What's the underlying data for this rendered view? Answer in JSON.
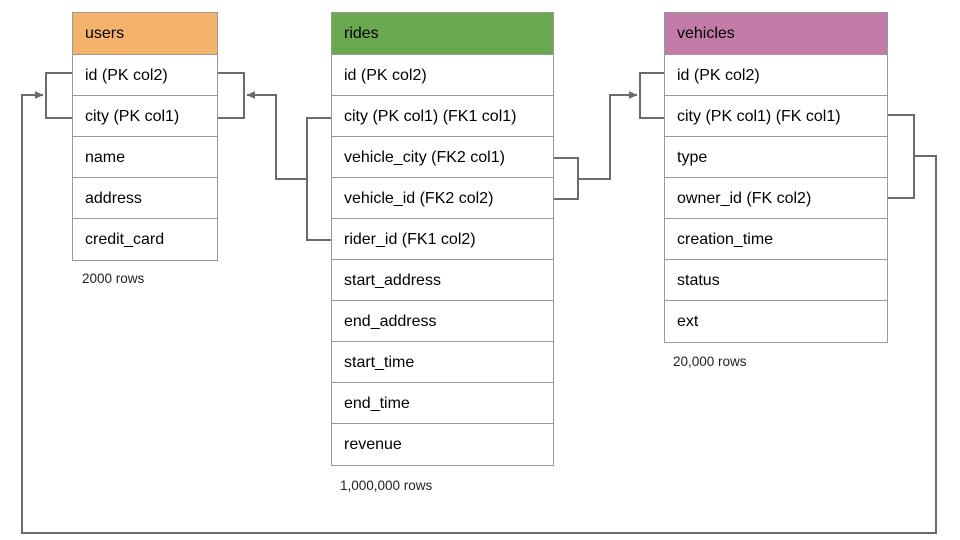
{
  "diagram": {
    "title": "Database schema relationship diagram",
    "background": "#ffffff",
    "line_color": "#6b6b6b",
    "border_color": "#999999"
  },
  "tables": [
    {
      "name": "users",
      "header_color": "#f5b26b",
      "row_count_label": "2000 rows",
      "columns": [
        "id (PK col2)",
        "city (PK col1)",
        "name",
        "address",
        "credit_card"
      ]
    },
    {
      "name": "rides",
      "header_color": "#6aa84f",
      "row_count_label": "1,000,000 rows",
      "columns": [
        "id (PK col2)",
        "city (PK col1) (FK1 col1)",
        "vehicle_city (FK2 col1)",
        "vehicle_id (FK2 col2)",
        "rider_id (FK1 col2)",
        "start_address",
        "end_address",
        "start_time",
        "end_time",
        "revenue"
      ]
    },
    {
      "name": "vehicles",
      "header_color": "#c27ba6",
      "row_count_label": "20,000 rows",
      "columns": [
        "id (PK col2)",
        "city (PK col1) (FK col1)",
        "type",
        "owner_id (FK col2)",
        "creation_time",
        "status",
        "ext"
      ]
    }
  ],
  "relationships": [
    {
      "name": "rides-rider-to-users",
      "from_table": "rides",
      "from_columns": [
        "city (PK col1) (FK1 col1)",
        "rider_id (FK1 col2)"
      ],
      "to_table": "users",
      "to_columns": [
        "id (PK col2)",
        "city (PK col1)"
      ],
      "arrow_at": "users"
    },
    {
      "name": "rides-vehicle-to-vehicles",
      "from_table": "rides",
      "from_columns": [
        "vehicle_city (FK2 col1)",
        "vehicle_id (FK2 col2)"
      ],
      "to_table": "vehicles",
      "to_columns": [
        "id (PK col2)",
        "city (PK col1) (FK col1)"
      ],
      "arrow_at": "vehicles"
    },
    {
      "name": "vehicles-owner-to-users",
      "from_table": "vehicles",
      "from_columns": [
        "city (PK col1) (FK col1)",
        "owner_id (FK col2)"
      ],
      "to_table": "users",
      "to_columns": [
        "id (PK col2)",
        "city (PK col1)"
      ],
      "arrow_at": "users"
    }
  ]
}
